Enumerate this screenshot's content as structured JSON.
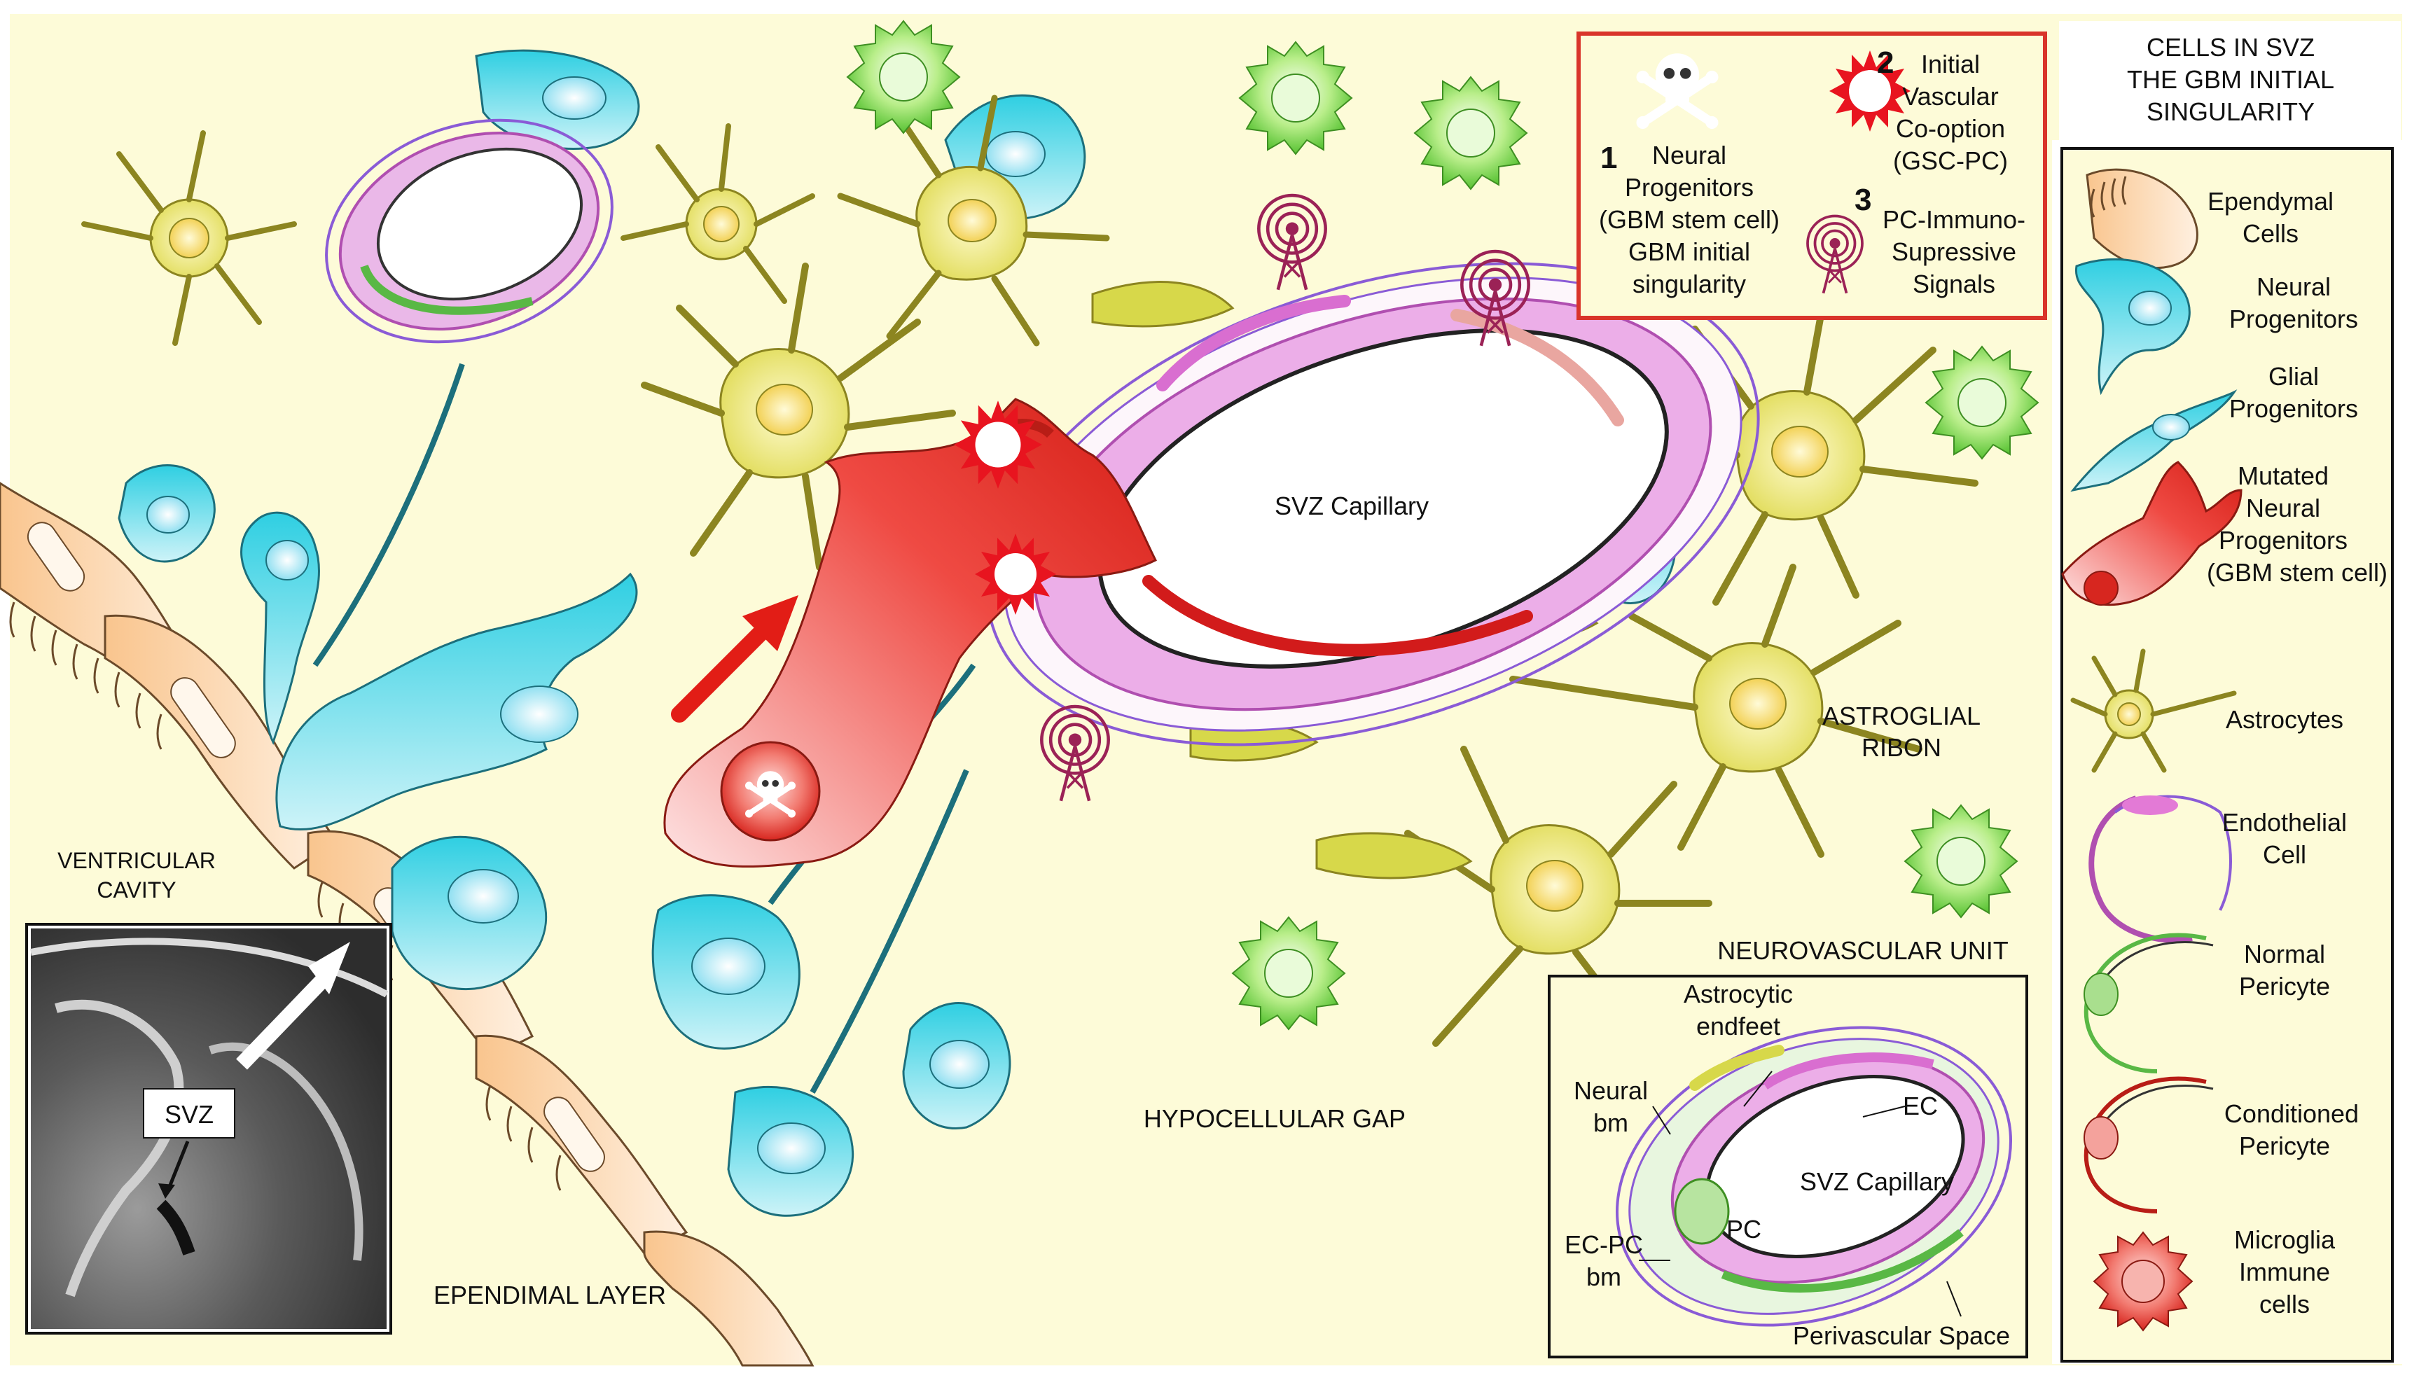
{
  "top_heading": [
    "CELLS IN SVZ",
    "THE GBM INITIAL",
    "SINGULARITY"
  ],
  "events_box": {
    "item1": {
      "number": "1",
      "lines": [
        "Neural",
        "Progenitors",
        "(GBM stem cell)",
        "GBM initial",
        "singularity"
      ]
    },
    "item2": {
      "number": "2",
      "lines": [
        "Initial",
        "Vascular",
        "Co-option",
        "(GSC-PC)"
      ]
    },
    "item3": {
      "number": "3",
      "lines": [
        "PC-Immuno-",
        "Supressive",
        "Signals"
      ]
    }
  },
  "legend": [
    {
      "lines": [
        "Ependymal",
        "Cells"
      ]
    },
    {
      "lines": [
        "Neural",
        "Progenitors"
      ]
    },
    {
      "lines": [
        "Glial",
        "Progenitors"
      ]
    },
    {
      "lines": [
        "Mutated",
        "Neural",
        "Progenitors",
        "(GBM stem cell)"
      ]
    },
    {
      "lines": [
        "Astrocytes"
      ]
    },
    {
      "lines": [
        "Endothelial",
        "Cell"
      ]
    },
    {
      "lines": [
        "Normal",
        "Pericyte"
      ]
    },
    {
      "lines": [
        "Conditioned",
        "Pericyte"
      ]
    },
    {
      "lines": [
        "Microglia",
        "Immune",
        "cells"
      ]
    }
  ],
  "main_labels": {
    "capillary": "SVZ Capillary",
    "astroglial": [
      "ASTROGLIAL",
      "RIBON"
    ],
    "ventricular": [
      "VENTRICULAR",
      "CAVITY"
    ],
    "hypocellular": "HYPOCELLULAR GAP",
    "ependimal": "EPENDIMAL LAYER",
    "svz_mri": "SVZ"
  },
  "inset": {
    "title": "NEUROVASCULAR UNIT",
    "astro_endfeet": [
      "Astrocytic",
      "endfeet"
    ],
    "neural_bm": [
      "Neural",
      "bm"
    ],
    "ec": "EC",
    "capillary": "SVZ Capillary",
    "pc": "PC",
    "ecpc_bm": [
      "EC-PC",
      "bm"
    ],
    "perivascular": "Perivascular Space"
  },
  "colors": {
    "background": "#fdfbd8",
    "ependymal": "#fbd3a8",
    "neural_progenitor": "#3fd2e3",
    "astrocyte": "#e9e36a",
    "microglia": "#79d43a",
    "gbm": "#e8231f",
    "endothelial": "#e37ad6",
    "pericyte": "#59b845",
    "frame_red": "#d9342a",
    "signal": "#9b2256"
  },
  "icons": [
    "skull-crossbones-icon",
    "starburst-icon",
    "signal-tower-icon",
    "arrow-icon"
  ]
}
